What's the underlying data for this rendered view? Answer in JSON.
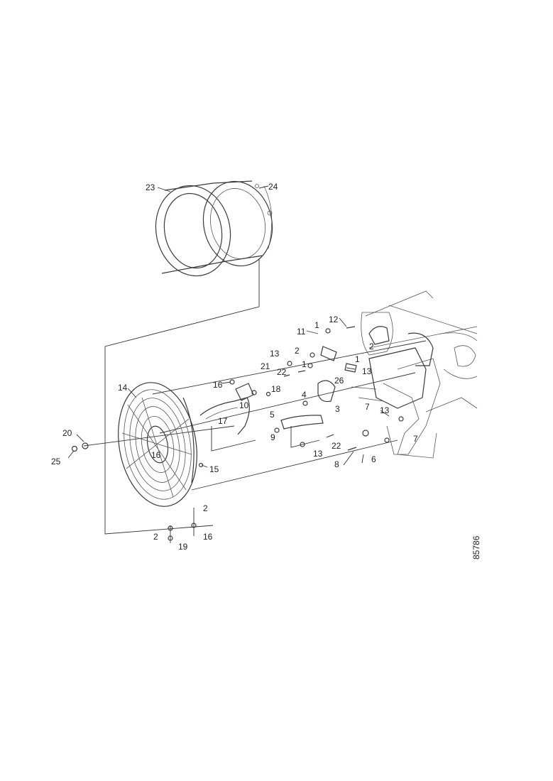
{
  "figure_ref": "85786",
  "callouts": {
    "c1a": "1",
    "c1b": "1",
    "c1c": "1",
    "c2a": "2",
    "c2b": "2",
    "c2c": "2",
    "c2d": "2",
    "c3": "3",
    "c4": "4",
    "c5": "5",
    "c6": "6",
    "c7a": "7",
    "c7b": "7",
    "c8": "8",
    "c9": "9",
    "c10": "10",
    "c11": "11",
    "c12": "12",
    "c13a": "13",
    "c13b": "13",
    "c13c": "13",
    "c13d": "13",
    "c14": "14",
    "c15": "15",
    "c16a": "16",
    "c16b": "16",
    "c17": "17",
    "c18": "18",
    "c19": "19",
    "c20": "20",
    "c21": "21",
    "c22a": "22",
    "c22b": "22",
    "c23": "23",
    "c24": "24",
    "c25": "25",
    "c26": "26"
  }
}
